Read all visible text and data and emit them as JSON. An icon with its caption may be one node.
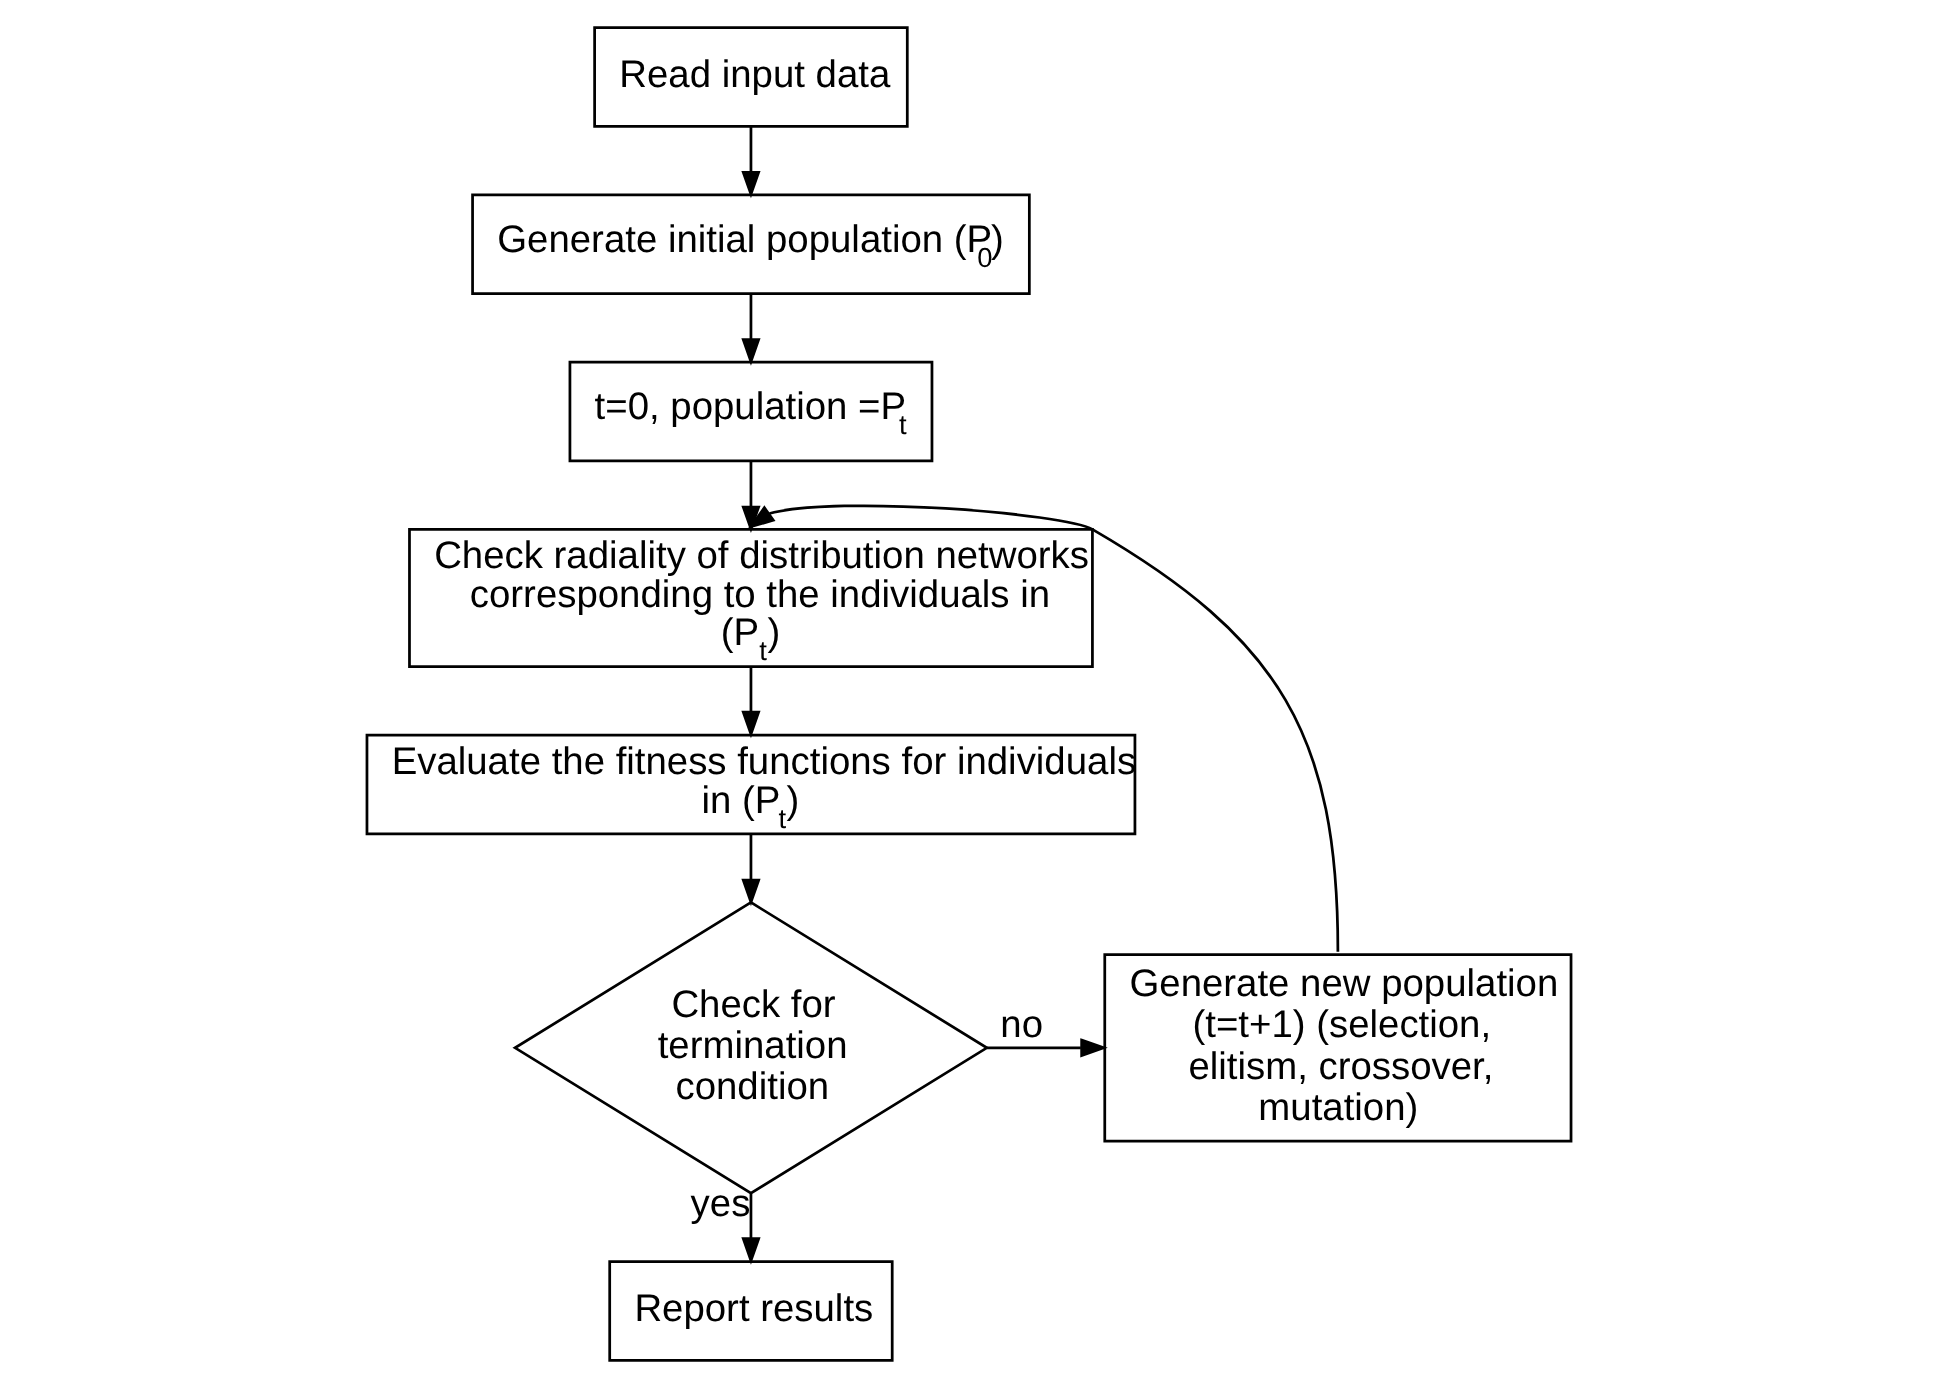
{
  "diagram": {
    "nodes": [
      {
        "text": [
          "Read input data"
        ]
      },
      {
        "text": [
          "Generate initial population (P$_{0}$)"
        ]
      },
      {
        "text": [
          "t=0, population =P$_{t}$"
        ]
      },
      {
        "text": [
          "Check radiality of distribution networks corresponding to the individuals in (P$_{t}$)"
        ]
      },
      {
        "text": [
          "Evaluate the fitness functions for individuals in (P$_{t}$)"
        ]
      },
      {
        "text": [
          "Check for termination condition"
        ]
      },
      {
        "text": [
          "Generate new population (t=t+1) (selection, elitism, crossover, mutation)"
        ]
      },
      {
        "text": [
          "Report results"
        ]
      }
    ],
    "edges": [
      {
        "from": 0,
        "to": 1,
        "arrow": "to"
      },
      {
        "from": 1,
        "to": 2,
        "arrow": "to"
      },
      {
        "from": 2,
        "to": 3,
        "arrow": "to"
      },
      {
        "from": 3,
        "to": 4,
        "arrow": "to"
      },
      {
        "from": 4,
        "to": 5,
        "arrow": "to"
      },
      {
        "from": 5,
        "to": 6,
        "arrow": "to",
        "label": "no"
      },
      {
        "from": 6,
        "to": 3,
        "arrow": "to"
      },
      {
        "from": 5,
        "to": 7,
        "arrow": "to",
        "label": "yes"
      }
    ]
  }
}
